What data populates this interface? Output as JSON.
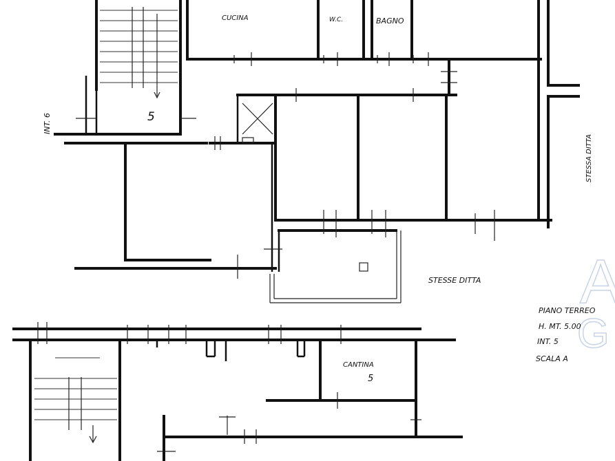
{
  "rooms": {
    "cucina": "CUCINA",
    "wc": "W.C.",
    "bagno": "BAGNO",
    "num_5": "5",
    "stesse_ditta_right": "STESSA DITTA",
    "stesse_ditta_bottom": "STESSE DITTA",
    "int_left": "INT. 6",
    "cantina": "CANTINA",
    "cantina_num": "5"
  },
  "legend": {
    "line1": "PIANO TERREO",
    "line2": "H. MT. 5.00",
    "line3": "INT. 5",
    "line4": "SCALA  A"
  },
  "watermark": {
    "glyph1": "A",
    "glyph2": "G"
  }
}
